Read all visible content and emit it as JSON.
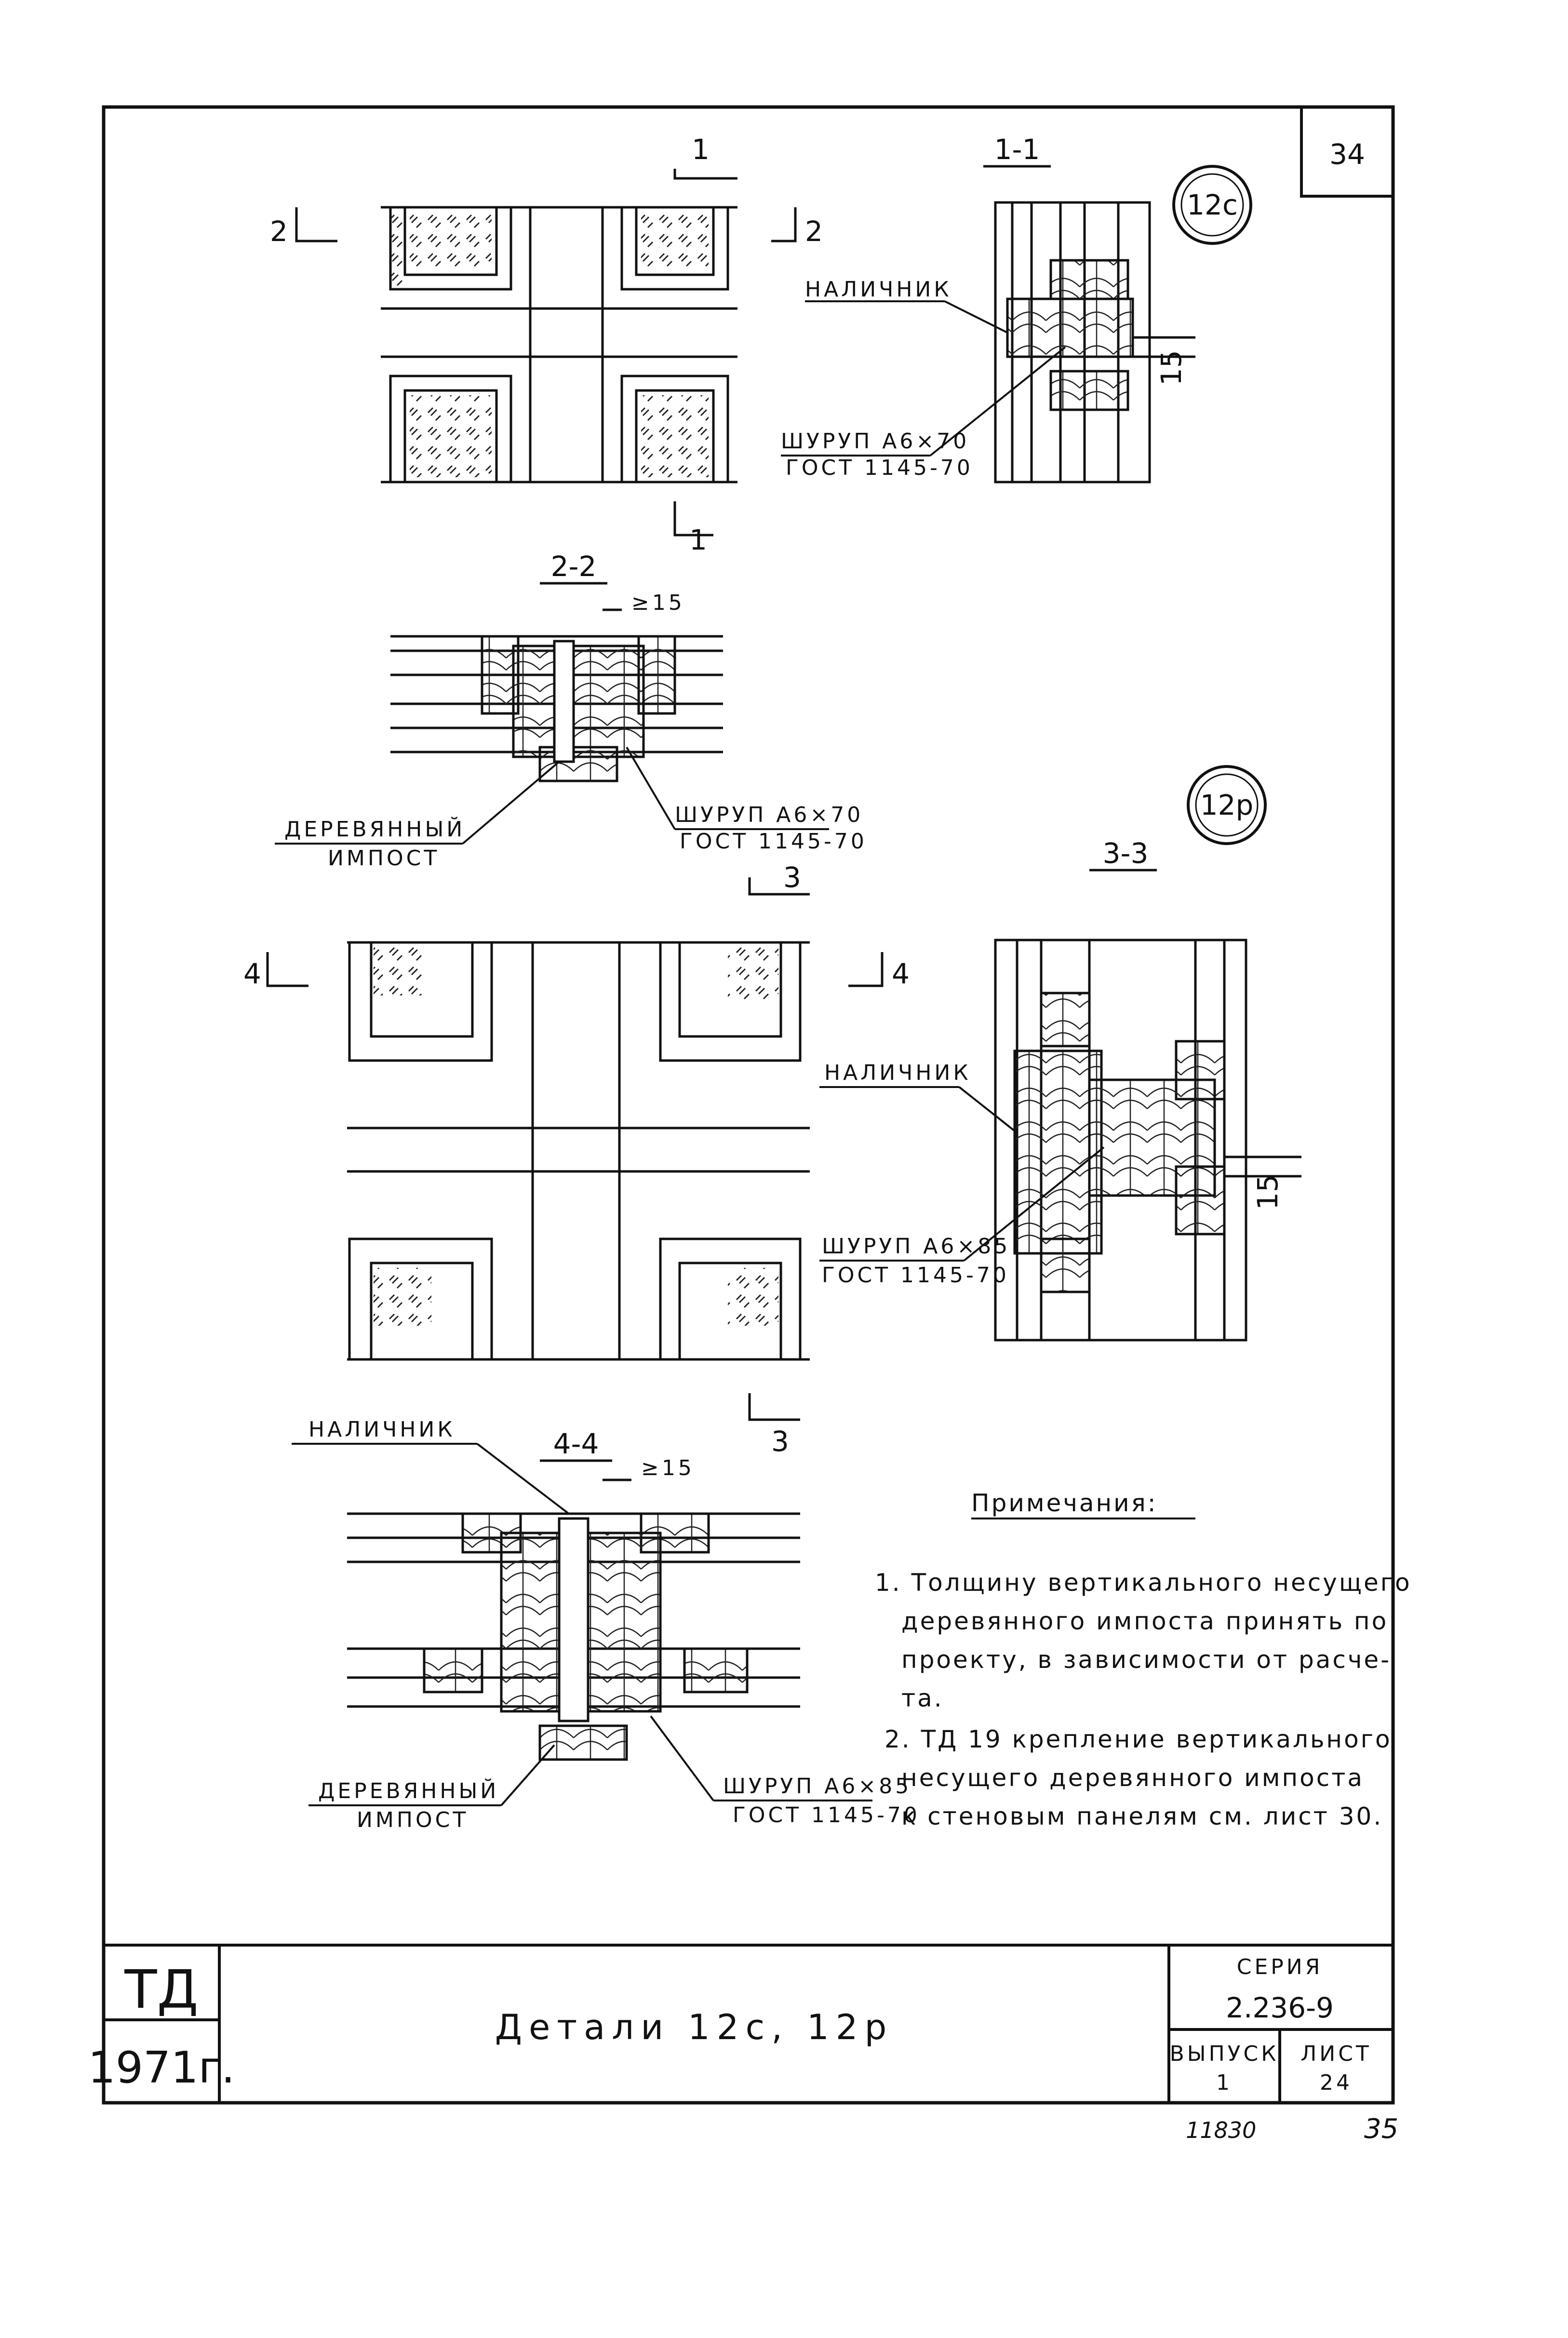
{
  "sheet": {
    "page_number": "34",
    "handwritten_numbers": {
      "left": "11830",
      "right": "35"
    }
  },
  "markers": {
    "m12c": "12с",
    "m12p": "12р"
  },
  "cut_marks": {
    "one": "1",
    "two": "2",
    "three": "3",
    "four": "4"
  },
  "sections": {
    "s11": "1-1",
    "s22": "2-2",
    "s33": "3-3",
    "s44": "4-4"
  },
  "labels": {
    "nalichnik": "НАЛИЧНИК",
    "screw_70": "ШУРУП А6×70",
    "screw_85": "ШУРУП А6×85",
    "gost": "ГОСТ 1145-70",
    "impost_1": "ДЕРЕВЯННЫЙ",
    "impost_2": "ИМПОСТ",
    "dim_15": "15",
    "dim_ge15": "≥15"
  },
  "notes": {
    "title": "Примечания:",
    "lines": [
      "1. Толщину вертикального несущего",
      "деревянного импоста принять по",
      "проекту, в зависимости от расче-",
      "та.",
      "2. ТД 19 крепление вертикального",
      "несущего деревянного импоста",
      "к стеновым панелям см. лист 30."
    ]
  },
  "title_block": {
    "org": "ТД",
    "year": "1971г.",
    "title": "Детали 12с, 12р",
    "series_label": "СЕРИЯ",
    "series_value": "2.236-9",
    "issue_label": "ВЫПУСК",
    "issue_value": "1",
    "sheet_label": "ЛИСТ",
    "sheet_value": "24"
  }
}
